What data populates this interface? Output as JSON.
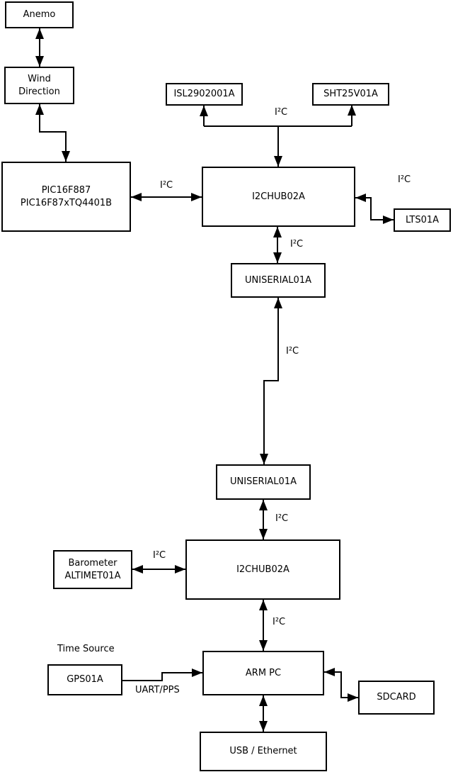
{
  "nodes": {
    "anemo": {
      "label": "Anemo"
    },
    "wind_direction": {
      "line1": "Wind",
      "line2": "Direction"
    },
    "pic": {
      "line1": "PIC16F887",
      "line2": "PIC16F87xTQ4401B"
    },
    "isl": {
      "label": "ISL2902001A"
    },
    "sht": {
      "label": "SHT25V01A"
    },
    "i2chub_top": {
      "label": "I2CHUB02A"
    },
    "lts": {
      "label": "LTS01A"
    },
    "uniserial_top": {
      "label": "UNISERIAL01A"
    },
    "uniserial_bottom": {
      "label": "UNISERIAL01A"
    },
    "i2chub_bottom": {
      "label": "I2CHUB02A"
    },
    "barometer": {
      "line1": "Barometer",
      "line2": "ALTIMET01A"
    },
    "arm_pc": {
      "label": "ARM PC"
    },
    "gps": {
      "label": "GPS01A"
    },
    "sdcard": {
      "label": "SDCARD"
    },
    "usb_ethernet": {
      "label": "USB / Ethernet"
    }
  },
  "labels": {
    "i2c_sensor_bus": "I²C",
    "i2c_pic_hub": "I²C",
    "i2c_hub_lts": "I²C",
    "i2c_hub_uniserial": "I²C",
    "i2c_uniserial_link": "I²C",
    "i2c_uniserial_hub2": "I²C",
    "i2c_barometer_hub2": "I²C",
    "i2c_hub2_armpc": "I²C",
    "time_source": "Time Source",
    "uart_pps": "UART/PPS"
  },
  "colors": {
    "stroke": "#000000",
    "background": "#ffffff"
  }
}
